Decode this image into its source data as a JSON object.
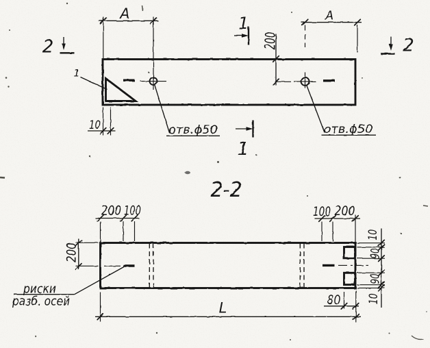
{
  "sheet": {
    "kind": "scanned structural drawing",
    "paper_color": "#f6f5f1",
    "ink_color": "#1e1d1b"
  },
  "plan_view": {
    "dim_a_left": "А",
    "dim_a_right": "А",
    "dim_200_vertical": "200",
    "dim_10": "10",
    "hole_left_label": "отв.ϕ50",
    "hole_right_label": "отв.ϕ50",
    "detail_callout": "1",
    "section_1_top": "1",
    "section_1_bottom": "1",
    "section_2_left": "2",
    "section_2_right": "2"
  },
  "section_view": {
    "title": "2-2",
    "dim_200_top_left": "200",
    "dim_100_top_left": "100",
    "dim_100_top_right": "100",
    "dim_200_top_right": "200",
    "dim_200_left": "200",
    "dim_right_1": "10",
    "dim_right_2": "90",
    "dim_right_3": "90",
    "dim_right_4": "10",
    "dim_80": "80",
    "dim_length": "L",
    "note_line1": "риски",
    "note_line2": "разб. осей"
  }
}
